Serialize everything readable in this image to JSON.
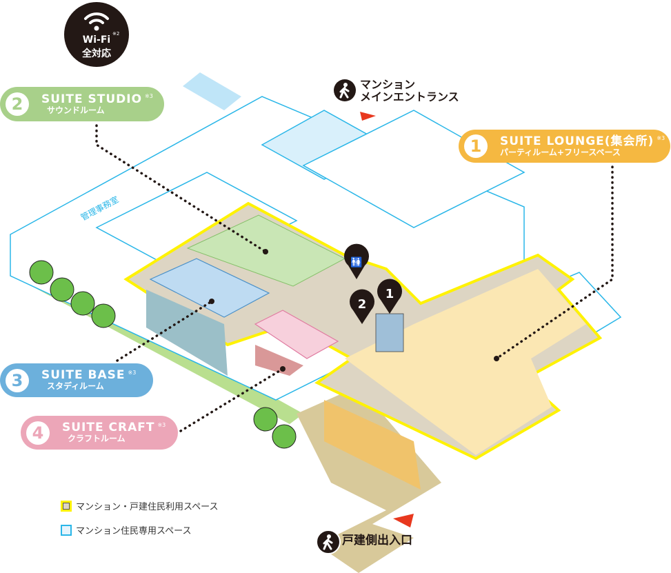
{
  "wifi": {
    "line1": "Wi-Fi",
    "line2": "全対応",
    "note": "※2"
  },
  "labels": [
    {
      "num": "1",
      "name": "SUITE LOUNGE(集会所)",
      "note": "※3",
      "sub": "パーティルーム+フリースペース",
      "color": "#f5b841"
    },
    {
      "num": "2",
      "name": "SUITE STUDIO",
      "note": "※3",
      "sub": "サウンドルーム",
      "color": "#a8d08a"
    },
    {
      "num": "3",
      "name": "SUITE BASE",
      "note": "※3",
      "sub": "スタディルーム",
      "color": "#6cb0dc"
    },
    {
      "num": "4",
      "name": "SUITE CRAFT",
      "note": "※3",
      "sub": "クラフトルーム",
      "color": "#eca6b8"
    }
  ],
  "entrances": {
    "main_line1": "マンション",
    "main_line2": "メインエントランス",
    "house": "戸建側出入口"
  },
  "map_labels": {
    "office": "管理事務室"
  },
  "pins": [
    {
      "label": "toilet"
    },
    {
      "label": "2"
    },
    {
      "label": "1"
    }
  ],
  "legend": [
    {
      "text": "マンション・戸建住民利用スペース",
      "fill": "#ddd5c3",
      "border": "#fff200"
    },
    {
      "text": "マンション住民専用スペース",
      "fill": "#e6f4fc",
      "border": "#29b6e8"
    }
  ]
}
